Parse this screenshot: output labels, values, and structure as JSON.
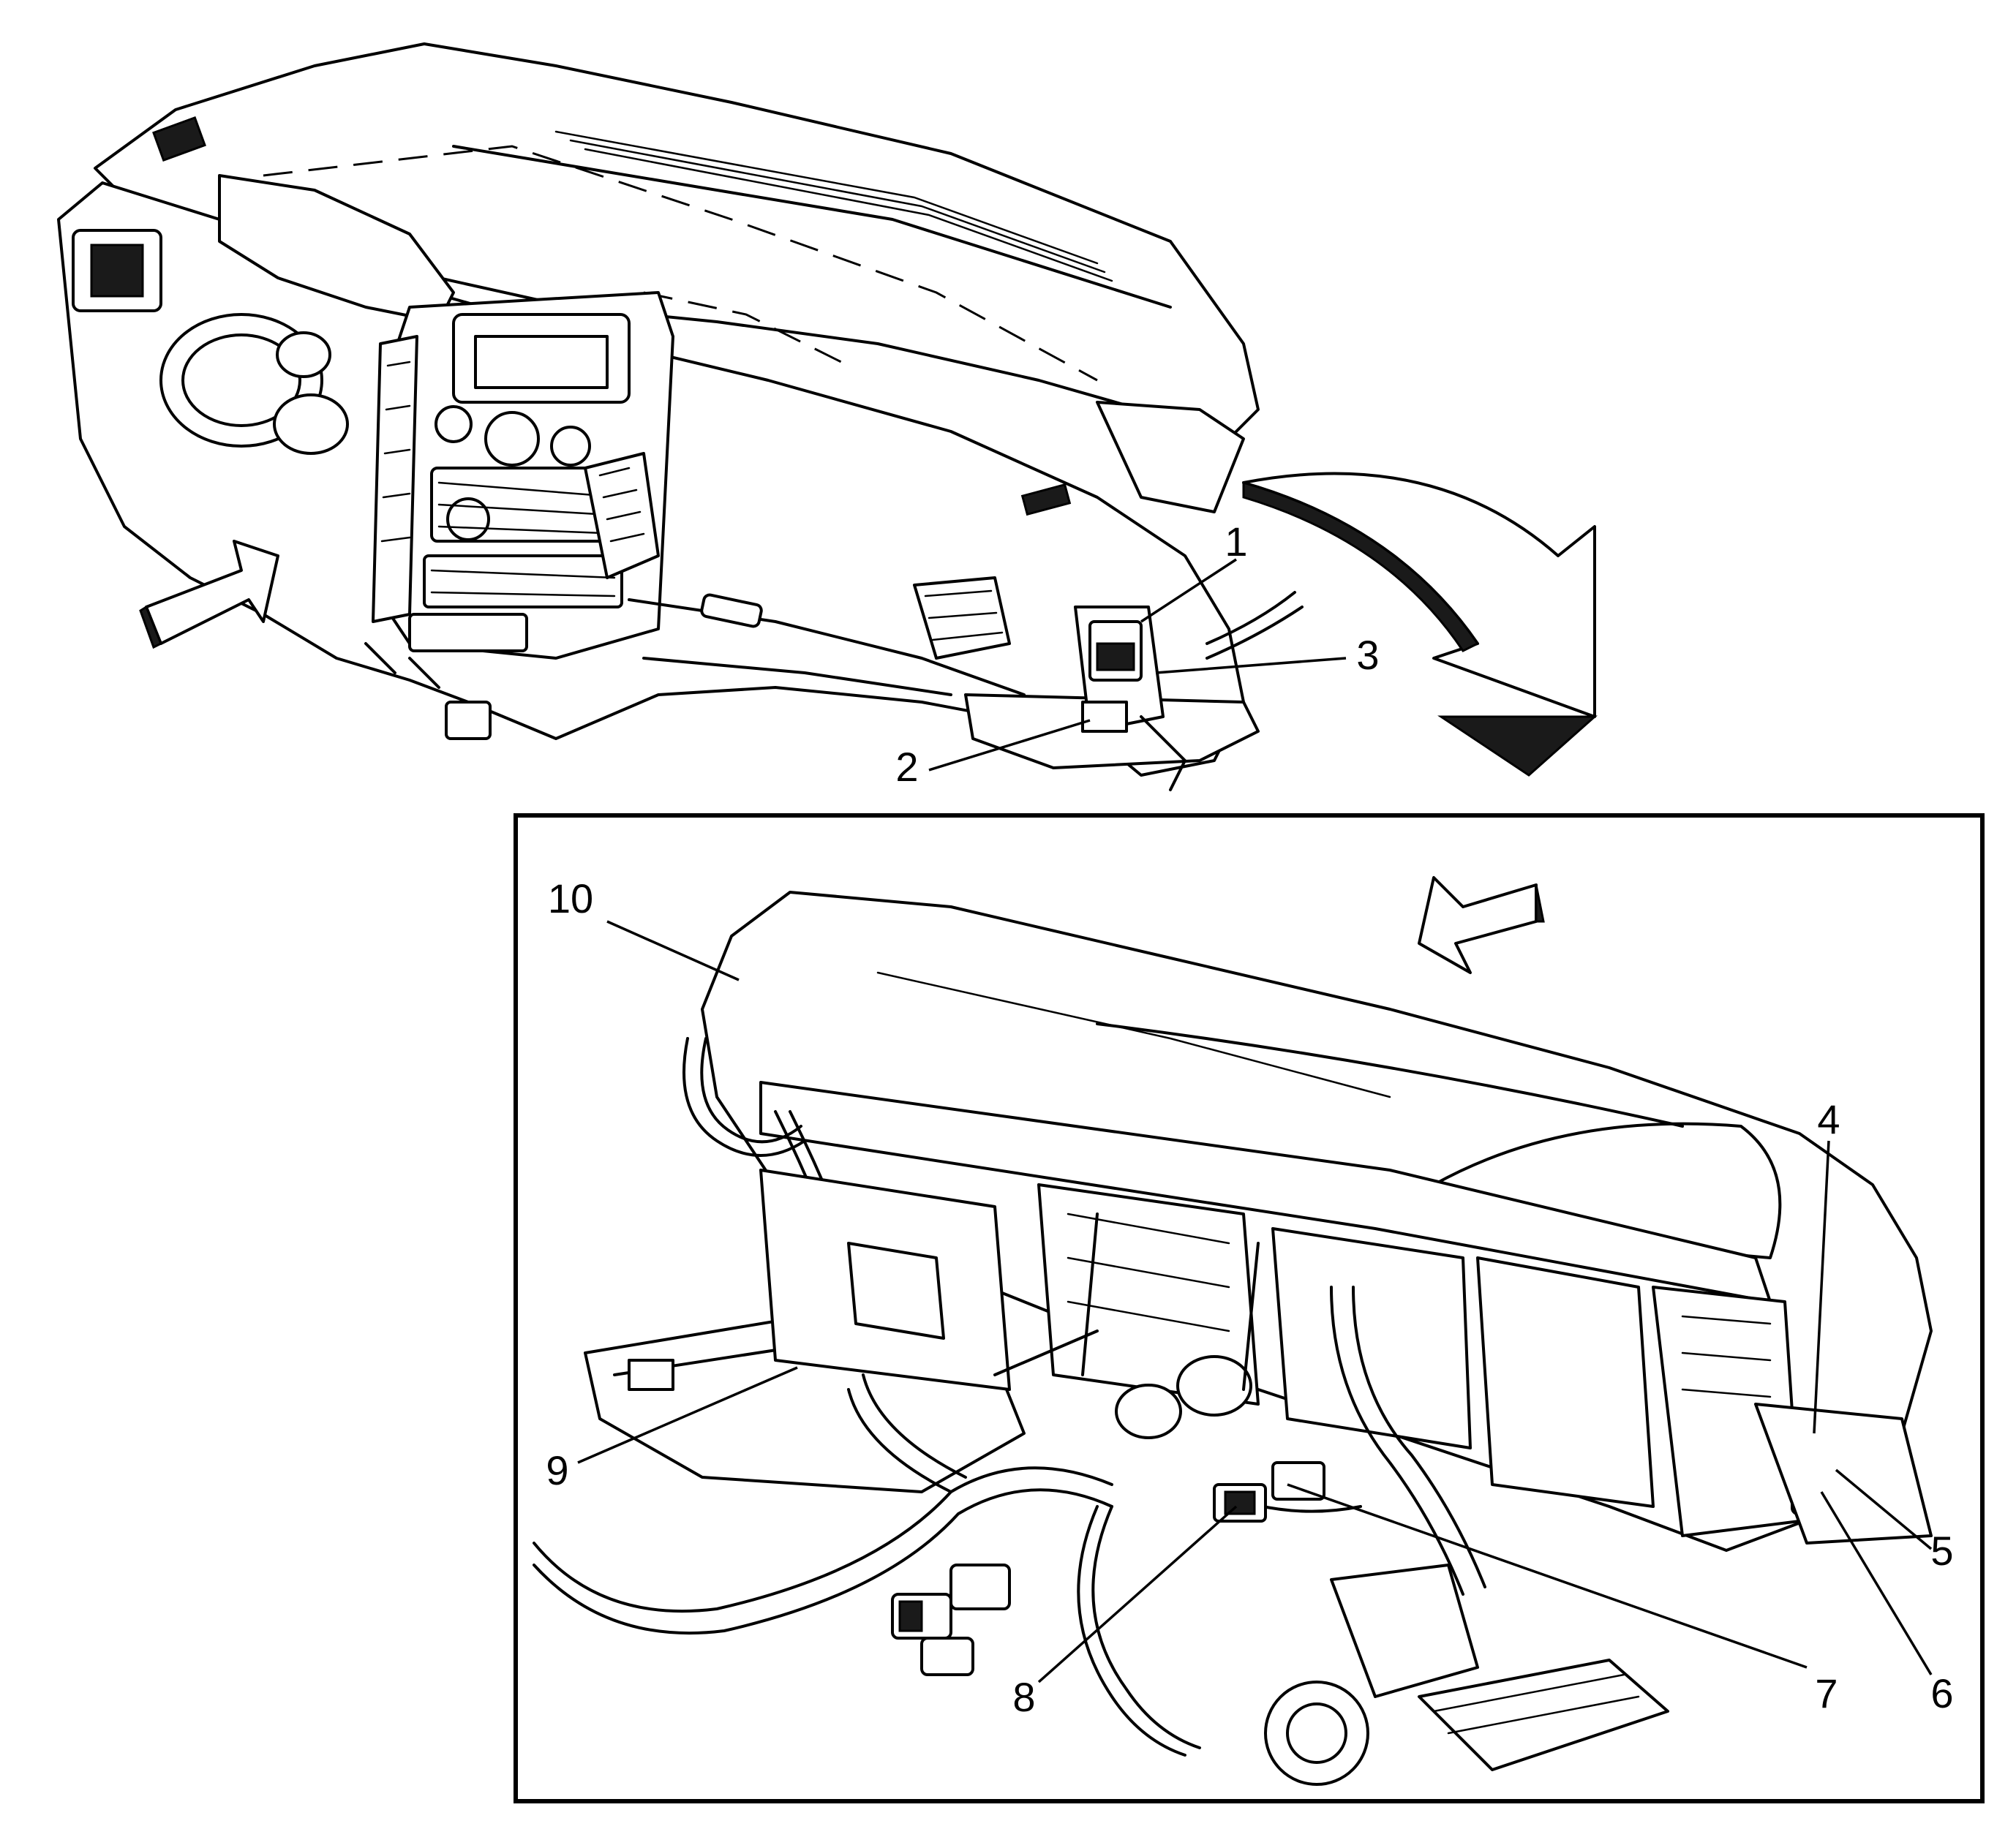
{
  "colors": {
    "ink": "#000000",
    "paper": "#ffffff"
  },
  "callouts": [
    {
      "id": "1",
      "label": "1"
    },
    {
      "id": "2",
      "label": "2"
    },
    {
      "id": "3",
      "label": "3"
    },
    {
      "id": "4",
      "label": "4"
    },
    {
      "id": "5",
      "label": "5"
    },
    {
      "id": "6",
      "label": "6"
    },
    {
      "id": "7",
      "label": "7"
    },
    {
      "id": "8",
      "label": "8"
    },
    {
      "id": "9",
      "label": "9"
    },
    {
      "id": "10",
      "label": "10"
    }
  ],
  "icons": {
    "view_arrow_top": "view-direction-arrow-icon",
    "view_arrow_detail": "view-direction-arrow-icon",
    "zoom_arrow": "detail-transition-arrow-icon"
  }
}
